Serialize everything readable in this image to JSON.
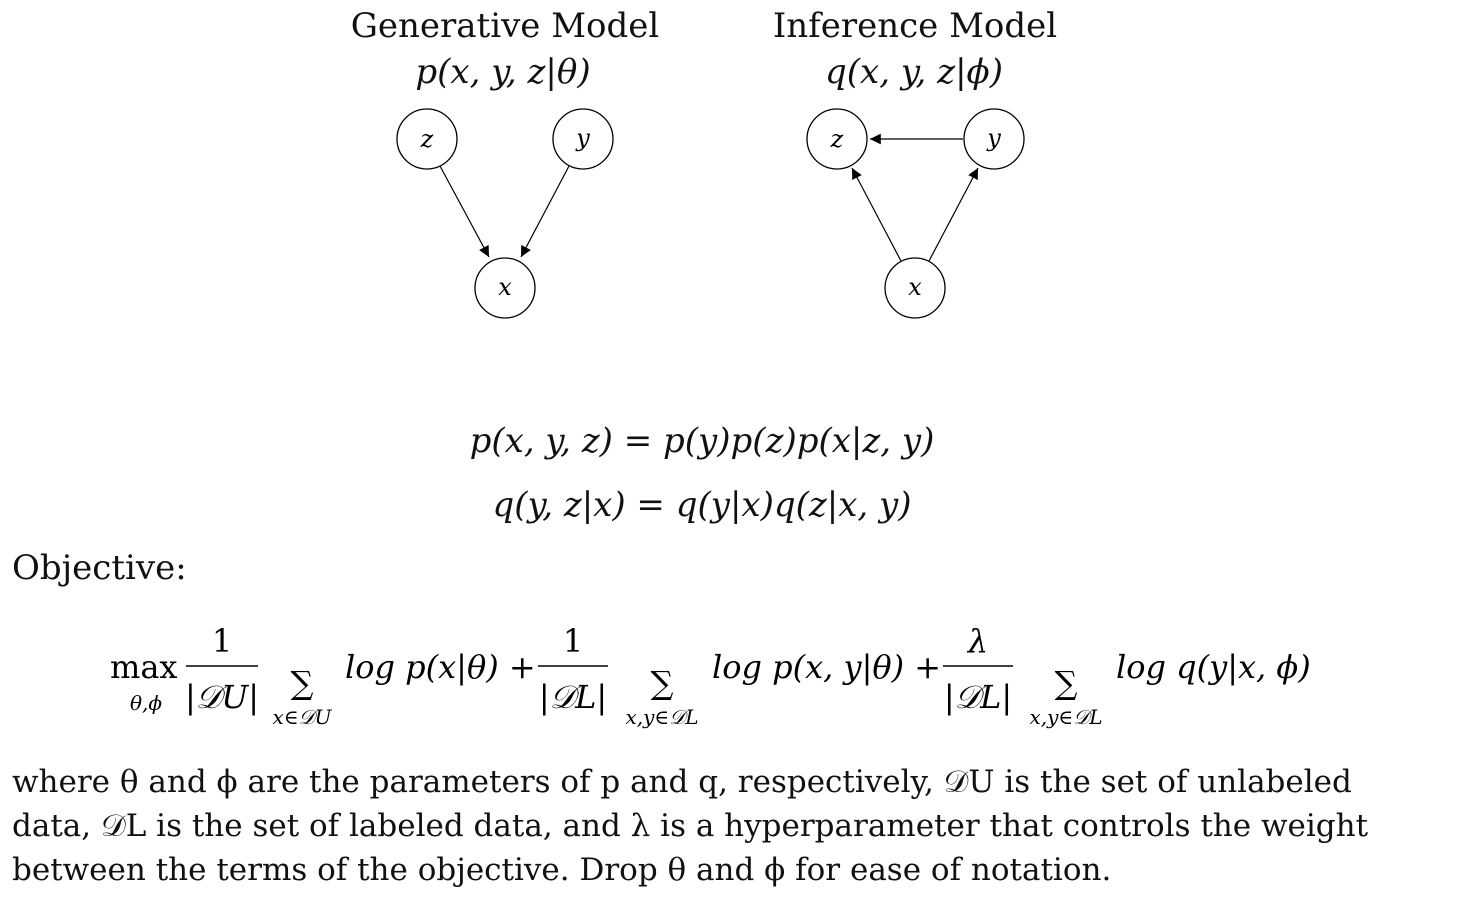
{
  "generative": {
    "title": "Generative Model",
    "formula": "p(x, y, z|θ)",
    "nodes": {
      "z": "z",
      "y": "y",
      "x": "x"
    }
  },
  "inference": {
    "title": "Inference Model",
    "formula": "q(x, y, z|ϕ)",
    "nodes": {
      "z": "z",
      "y": "y",
      "x": "x"
    }
  },
  "equations": {
    "joint": "p(x, y, z) = p(y)p(z)p(x|z, y)",
    "posterior": "q(y, z|x) = q(y|x)q(z|x, y)"
  },
  "objective": {
    "label": "Objective:",
    "max": "max",
    "max_sub": "θ,ϕ",
    "one": "1",
    "lambda": "λ",
    "denom_u": "|𝒟U|",
    "denom_l": "|𝒟L|",
    "sum": "∑",
    "sum_sub_u": "x∈𝒟U",
    "sum_sub_l": "x,y∈𝒟L",
    "term1": "log p(x|θ) +",
    "term2": "log p(x, y|θ) +",
    "term3": "log q(y|x, ϕ)"
  },
  "paragraph": {
    "line1": "where θ and ϕ are the parameters of p and q, respectively, 𝒟U is the set of unlabeled",
    "line2": "data, 𝒟L is the set of labeled data, and λ is a hyperparameter that controls the weight",
    "line3": "between the terms of the objective. Drop θ and ϕ for ease of notation."
  }
}
